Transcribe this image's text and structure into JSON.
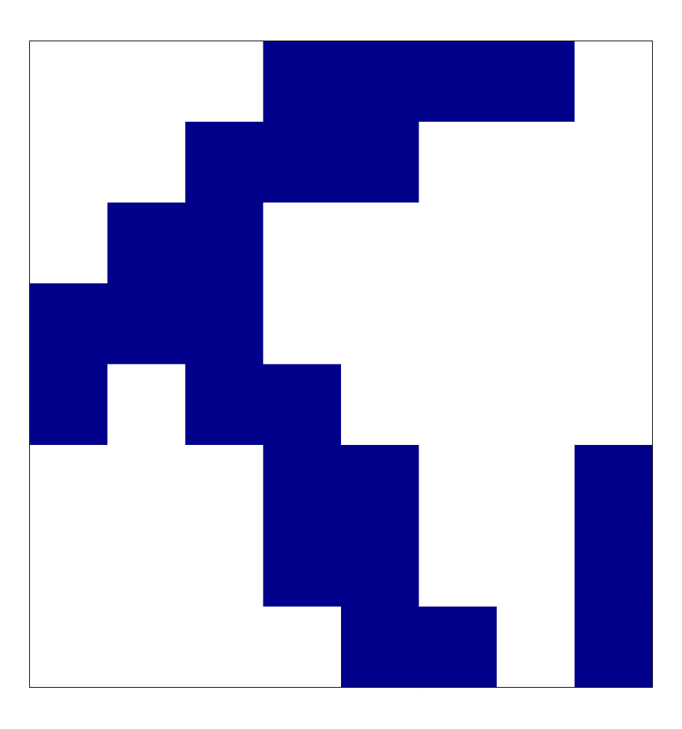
{
  "grid": {
    "rows": 8,
    "cols": 8,
    "filled_color": "#00008b",
    "empty_color": "#ffffff",
    "border_color": "#000000",
    "cells": [
      [
        0,
        0,
        0,
        1,
        1,
        1,
        1,
        0
      ],
      [
        0,
        0,
        1,
        1,
        1,
        0,
        0,
        0
      ],
      [
        0,
        1,
        1,
        0,
        0,
        0,
        0,
        0
      ],
      [
        1,
        1,
        1,
        0,
        0,
        0,
        0,
        0
      ],
      [
        1,
        0,
        1,
        1,
        0,
        0,
        0,
        0
      ],
      [
        0,
        0,
        0,
        1,
        1,
        0,
        0,
        1
      ],
      [
        0,
        0,
        0,
        1,
        1,
        0,
        0,
        1
      ],
      [
        0,
        0,
        0,
        0,
        1,
        1,
        0,
        1
      ]
    ]
  }
}
